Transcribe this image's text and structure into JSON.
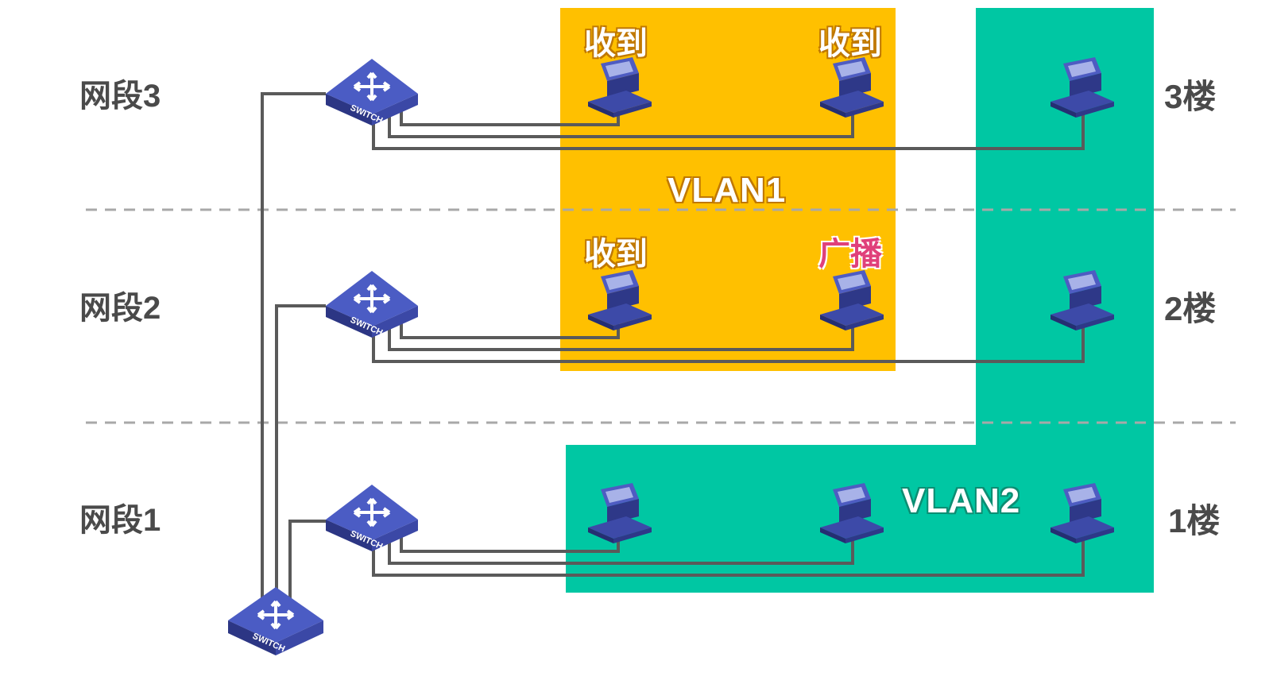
{
  "colors": {
    "vlan1_fill": "#ffc000",
    "vlan2_fill": "#00c7a3",
    "wire": "#5a5a5a",
    "device_blue": "#3d4aa8",
    "broadcast_text": "#e0407a",
    "divider": "#a8a8a8"
  },
  "segments": {
    "seg3": "网段3",
    "seg2": "网段2",
    "seg1": "网段1"
  },
  "floors": {
    "f3": "3楼",
    "f2": "2楼",
    "f1": "1楼"
  },
  "vlans": {
    "vlan1": "VLAN1",
    "vlan2": "VLAN2"
  },
  "host_labels": {
    "received_a": "收到",
    "received_b": "收到",
    "received_c": "收到",
    "broadcast": "广播"
  },
  "switch_label": "SWITCH",
  "icons": [
    "switch-icon",
    "computer-icon"
  ]
}
